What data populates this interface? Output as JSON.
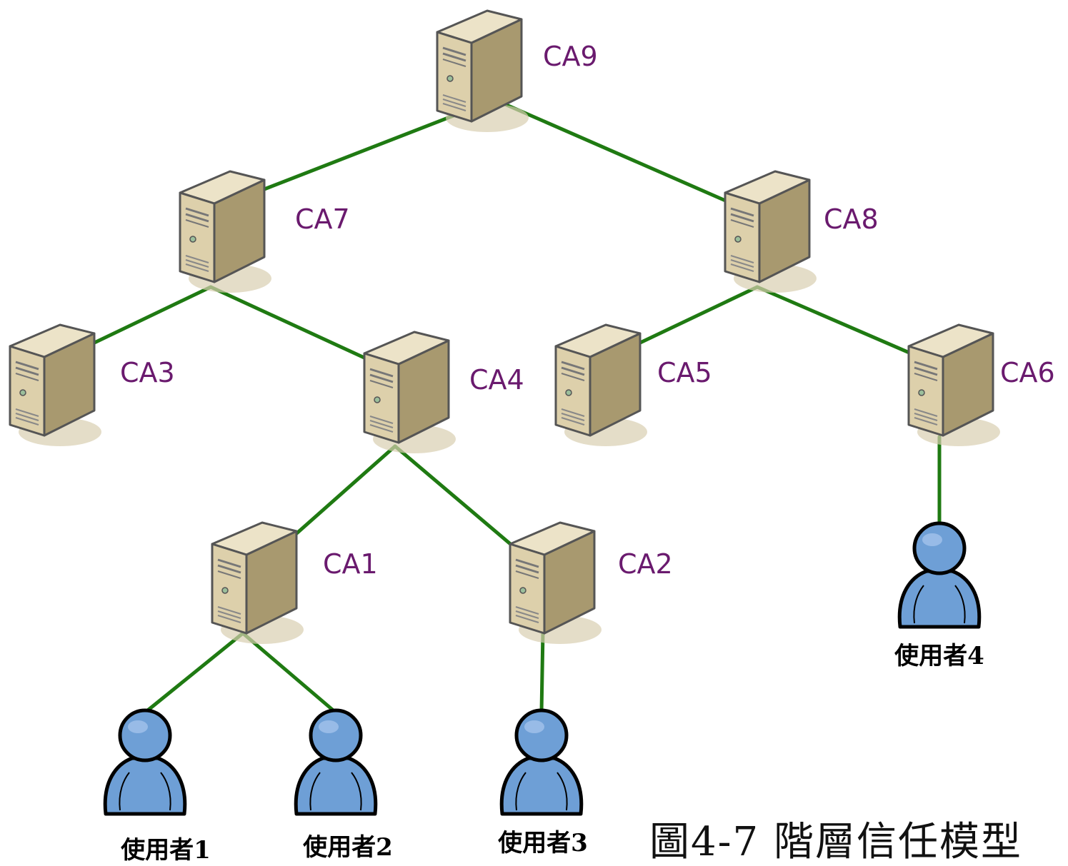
{
  "colors": {
    "edge": "#1f7a12",
    "ca_label": "#6a1a6e",
    "server_front": "#d8cba6",
    "server_side": "#a8996f",
    "server_top": "#ece3c8",
    "user_fill": "#6e9fd6",
    "user_stroke": "#000000"
  },
  "icons": {
    "server": "server-icon",
    "user": "user-icon"
  },
  "nodes": [
    {
      "id": "ca9",
      "type": "server",
      "label": "CA9"
    },
    {
      "id": "ca7",
      "type": "server",
      "label": "CA7"
    },
    {
      "id": "ca8",
      "type": "server",
      "label": "CA8"
    },
    {
      "id": "ca3",
      "type": "server",
      "label": "CA3"
    },
    {
      "id": "ca4",
      "type": "server",
      "label": "CA4"
    },
    {
      "id": "ca5",
      "type": "server",
      "label": "CA5"
    },
    {
      "id": "ca6",
      "type": "server",
      "label": "CA6"
    },
    {
      "id": "ca1",
      "type": "server",
      "label": "CA1"
    },
    {
      "id": "ca2",
      "type": "server",
      "label": "CA2"
    },
    {
      "id": "u1",
      "type": "user",
      "label": "使用者1"
    },
    {
      "id": "u2",
      "type": "user",
      "label": "使用者2"
    },
    {
      "id": "u3",
      "type": "user",
      "label": "使用者3"
    },
    {
      "id": "u4",
      "type": "user",
      "label": "使用者4"
    }
  ],
  "edges": [
    [
      "ca9",
      "ca7"
    ],
    [
      "ca9",
      "ca8"
    ],
    [
      "ca7",
      "ca3"
    ],
    [
      "ca7",
      "ca4"
    ],
    [
      "ca8",
      "ca5"
    ],
    [
      "ca8",
      "ca6"
    ],
    [
      "ca4",
      "ca1"
    ],
    [
      "ca4",
      "ca2"
    ],
    [
      "ca1",
      "u1"
    ],
    [
      "ca1",
      "u2"
    ],
    [
      "ca2",
      "u3"
    ],
    [
      "ca6",
      "u4"
    ]
  ],
  "caption": "圖4-7 階層信任模型"
}
